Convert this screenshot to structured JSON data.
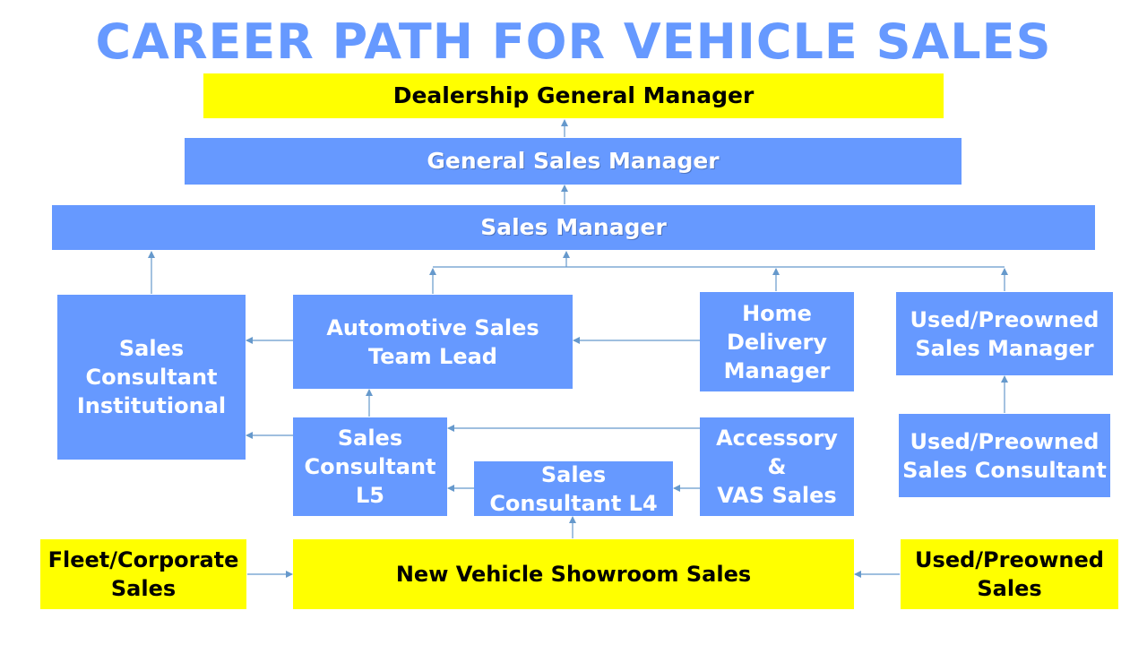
{
  "title": "CAREER PATH FOR VEHICLE SALES",
  "colors": {
    "blue": "#6699ff",
    "yellow": "#ffff00",
    "line": "#6699cc"
  },
  "boxes": {
    "dealership_gm": "Dealership General Manager",
    "general_sales_manager": "General Sales Manager",
    "sales_manager": "Sales Manager",
    "sales_consultant_institutional": "Sales\nConsultant\nInstitutional",
    "automotive_sales_team_lead": "Automotive Sales\nTeam Lead",
    "home_delivery_manager": "Home\nDelivery\nManager",
    "used_preowned_sales_manager": "Used/Preowned\nSales Manager",
    "sales_consultant_l5": "Sales\nConsultant\nL5",
    "sales_consultant_l4": "Sales\nConsultant L4",
    "accessory_vas_sales": "Accessory\n&\nVAS Sales",
    "used_preowned_sales_consultant": "Used/Preowned\nSales Consultant",
    "fleet_corporate_sales": "Fleet/Corporate\nSales",
    "new_vehicle_showroom_sales": "New Vehicle Showroom Sales",
    "used_preowned_sales": "Used/Preowned\nSales"
  }
}
